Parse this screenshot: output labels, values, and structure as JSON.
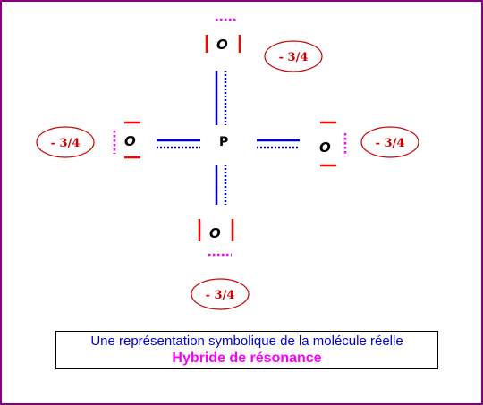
{
  "atoms": {
    "center": "P",
    "top": "O",
    "left": "O",
    "right": "O",
    "bottom": "O"
  },
  "charges": {
    "top": "- 3/4",
    "left": "- 3/4",
    "right": "- 3/4",
    "bottom": "- 3/4"
  },
  "caption": {
    "line1": "Une représentation symbolique de la molécule réelle",
    "line2": "Hybride de résonance"
  },
  "colors": {
    "frame": "#800080",
    "bond_solid": "#0000cc",
    "bond_dotted": "#0000cc",
    "lone_pair_solid": "#ff0000",
    "lone_pair_dotted": "#ff00ff",
    "charge": "#cc0000",
    "caption_line1": "#0000cc",
    "caption_line2": "#ff00ff"
  }
}
